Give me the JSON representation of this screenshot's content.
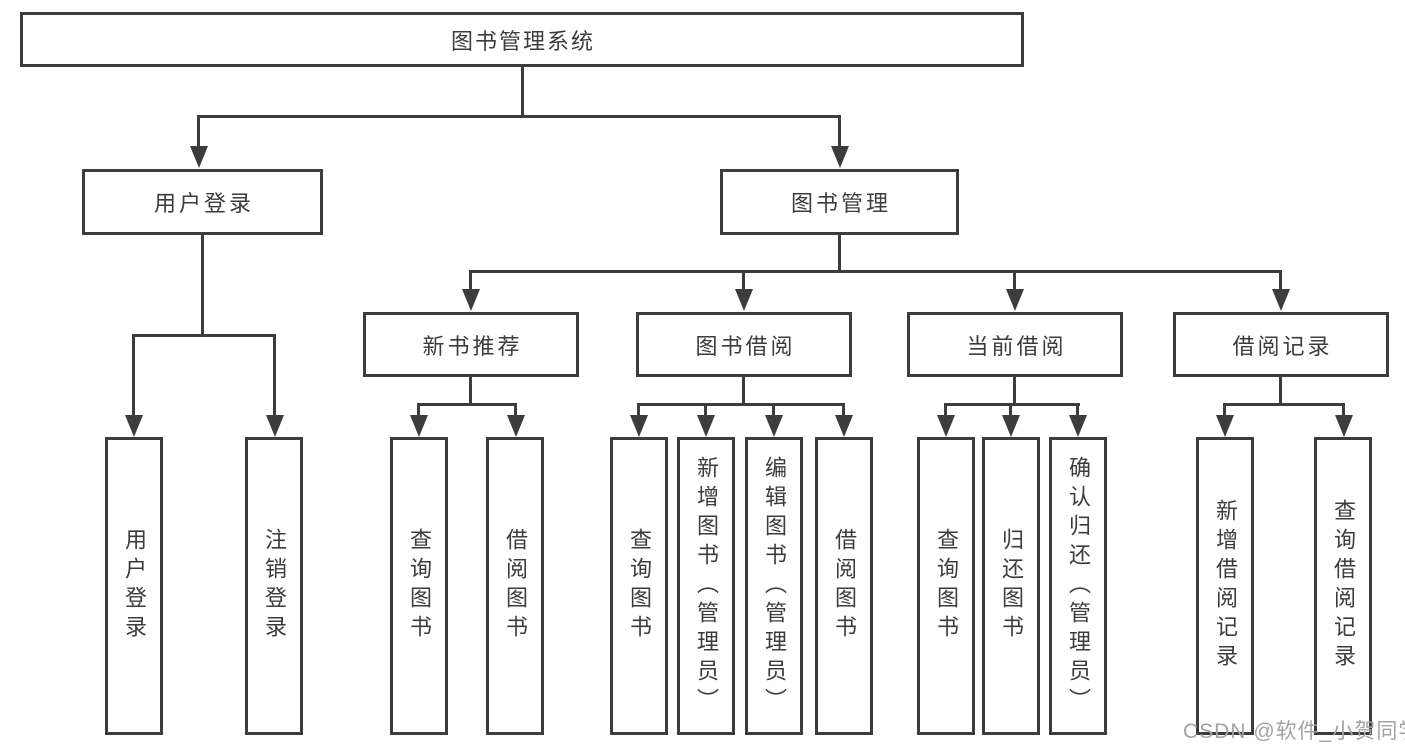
{
  "diagram": {
    "title": "图书管理系统",
    "nodes": {
      "root": {
        "label": "图书管理系统"
      },
      "user_login": {
        "label": "用户登录"
      },
      "book_mgmt": {
        "label": "图书管理"
      },
      "new_book_rec": {
        "label": "新书推荐"
      },
      "book_borrow": {
        "label": "图书借阅"
      },
      "current_borrow": {
        "label": "当前借阅"
      },
      "borrow_records": {
        "label": "借阅记录"
      },
      "ul_user_login": {
        "label": "用户登录"
      },
      "ul_logout": {
        "label": "注销登录"
      },
      "nb_query_book": {
        "label": "查询图书"
      },
      "nb_borrow_book": {
        "label": "借阅图书"
      },
      "bb_query_book": {
        "label": "查询图书"
      },
      "bb_add_book": {
        "label": "新增图书（管理员）"
      },
      "bb_edit_book": {
        "label": "编辑图书（管理员）"
      },
      "bb_borrow_book": {
        "label": "借阅图书"
      },
      "cb_query_book": {
        "label": "查询图书"
      },
      "cb_return_book": {
        "label": "归还图书"
      },
      "cb_confirm_return": {
        "label": "确认归还（管理员）"
      },
      "br_add_record": {
        "label": "新增借阅记录"
      },
      "br_query_record": {
        "label": "查询借阅记录"
      }
    },
    "hierarchy": {
      "图书管理系统": [
        "用户登录",
        "图书管理"
      ],
      "用户登录": [
        "用户登录",
        "注销登录"
      ],
      "图书管理": [
        "新书推荐",
        "图书借阅",
        "当前借阅",
        "借阅记录"
      ],
      "新书推荐": [
        "查询图书",
        "借阅图书"
      ],
      "图书借阅": [
        "查询图书",
        "新增图书（管理员）",
        "编辑图书（管理员）",
        "借阅图书"
      ],
      "当前借阅": [
        "查询图书",
        "归还图书",
        "确认归还（管理员）"
      ],
      "借阅记录": [
        "新增借阅记录",
        "查询借阅记录"
      ]
    },
    "colors": {
      "line": "#3c3c3c",
      "text": "#3c3c3c",
      "background": "#ffffff",
      "watermark": "#a3a3a3"
    }
  },
  "watermark": {
    "text": "CSDN @软件_小贺同学"
  }
}
